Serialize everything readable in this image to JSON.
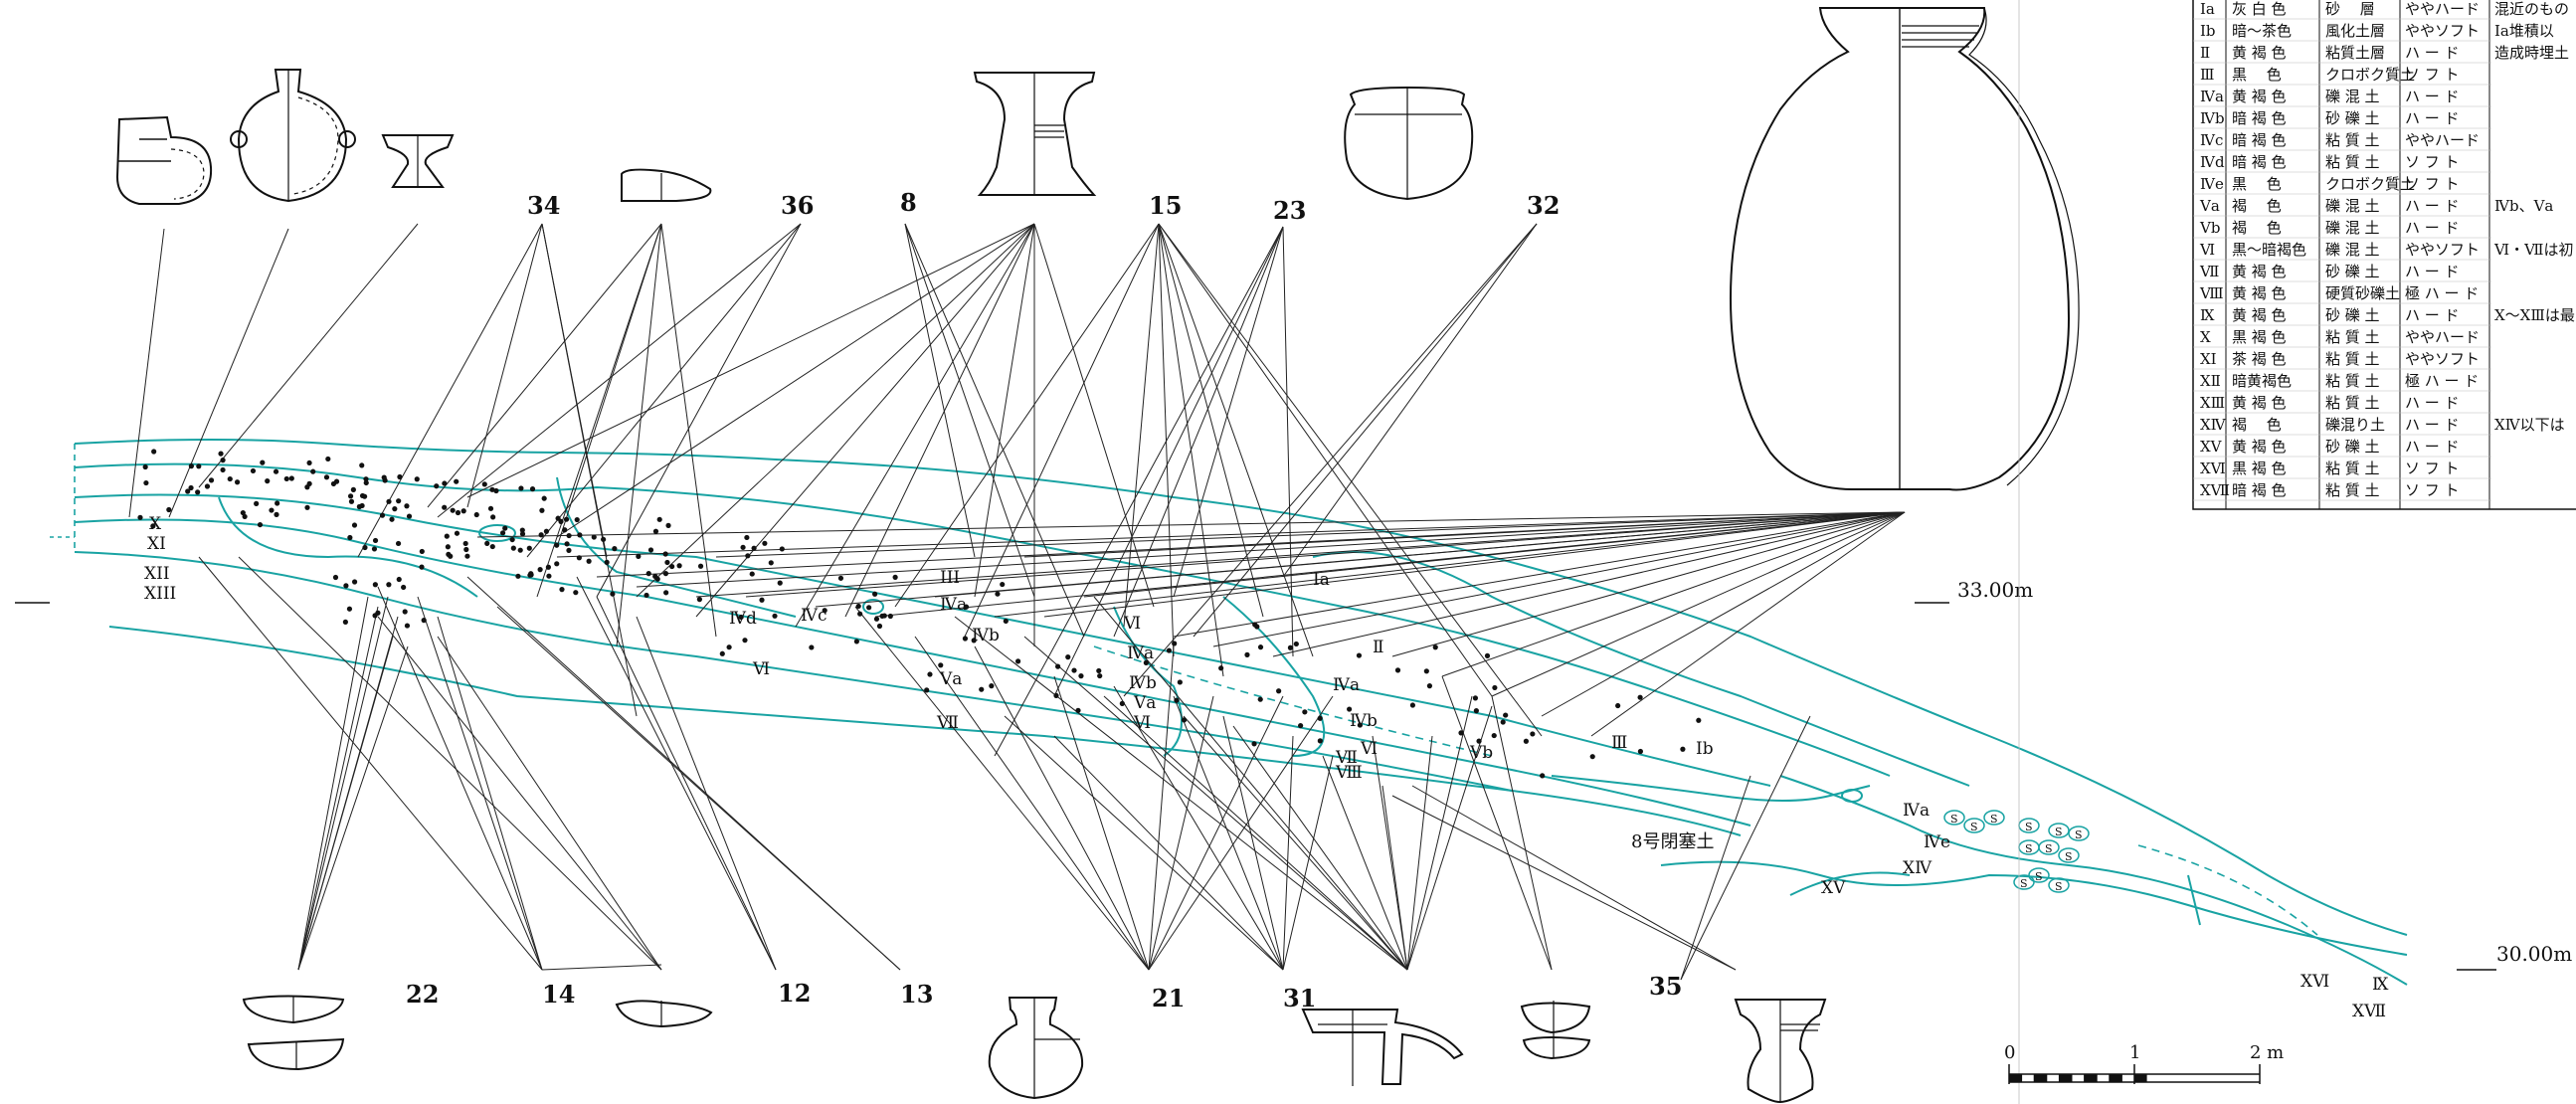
{
  "figure_numbers": [
    "34",
    "36",
    "8",
    "15",
    "23",
    "32",
    "22",
    "14",
    "12",
    "13",
    "21",
    "31",
    "35"
  ],
  "layer_labels": {
    "left_x": "X",
    "left_xi": "XI",
    "left_xii": "XII",
    "left_xiii": "XIII",
    "iii": "III",
    "iva_a": "Ⅳa",
    "ivd": "Ⅳd",
    "ivc": "Ⅳc",
    "ivb": "Ⅳb",
    "vi_a": "Ⅵ",
    "va_a": "Ⅴa",
    "vii": "Ⅶ",
    "ia": "Ⅰa",
    "ii": "Ⅱ",
    "vi_b": "Ⅵ",
    "iva_b": "Ⅳa",
    "ivb_b": "Ⅳb",
    "va_b": "Ⅴa",
    "vi_c": "Ⅵ",
    "iva_c": "Ⅳa",
    "ivb_c": "Ⅳb",
    "vi_d": "Ⅵ",
    "vb": "Ⅴb",
    "vii_b": "Ⅶ",
    "viii": "Ⅷ",
    "iii_b": "Ⅲ",
    "ib": "Ⅰb",
    "iva_d": "Ⅳa",
    "ive": "Ⅳe",
    "xiv": "XⅣ",
    "xv": "XⅤ",
    "xvi": "XⅥ",
    "ix": "Ⅸ",
    "xvii": "XⅦ"
  },
  "blockage_label": "8号閉塞土",
  "elevation_upper": "33.00m",
  "elevation_lower": "30.00m",
  "scale": {
    "zero": "0",
    "one": "1",
    "two": "2 m"
  },
  "legend_table": {
    "rows": [
      [
        "Ⅰa",
        "灰 白 色",
        "砂　 層",
        "ややハード"
      ],
      [
        "Ⅰb",
        "暗～茶色",
        "風化土層",
        "ややソフト"
      ],
      [
        "Ⅱ",
        "黄 褐 色",
        "粘質土層",
        "ハ ー ド"
      ],
      [
        "Ⅲ",
        "黒　 色",
        "クロボク質土",
        "ソ フ ト"
      ],
      [
        "Ⅳa",
        "黄 褐 色",
        "礫 混 土",
        "ハ ー ド"
      ],
      [
        "Ⅳb",
        "暗 褐 色",
        "砂 礫 土",
        "ハ ー ド"
      ],
      [
        "Ⅳc",
        "暗 褐 色",
        "粘 質 土",
        "ややハード"
      ],
      [
        "Ⅳd",
        "暗 褐 色",
        "粘 質 土",
        "ソ フ ト"
      ],
      [
        "Ⅳe",
        "黒　 色",
        "クロボク質土",
        "ソ フ ト"
      ],
      [
        "Ⅴa",
        "褐　 色",
        "礫 混 土",
        "ハ ー ド"
      ],
      [
        "Ⅴb",
        "褐　 色",
        "礫 混 土",
        "ハ ー ド"
      ],
      [
        "Ⅵ",
        "黒～暗褐色",
        "礫 混 土",
        "ややソフト"
      ],
      [
        "Ⅶ",
        "黄 褐 色",
        "砂 礫 土",
        "ハ ー ド"
      ],
      [
        "Ⅷ",
        "黄 褐 色",
        "硬質砂礫土",
        "極 ハ ー ド"
      ],
      [
        "Ⅸ",
        "黄 褐 色",
        "砂 礫 土",
        "ハ ー ド"
      ],
      [
        "Ⅹ",
        "黒 褐 色",
        "粘 質 土",
        "ややハード"
      ],
      [
        "ⅩⅠ",
        "茶 褐 色",
        "粘 質 土",
        "ややソフト"
      ],
      [
        "ⅩⅡ",
        "暗黄褐色",
        "粘 質 土",
        "極 ハ ー ド"
      ],
      [
        "ⅩⅢ",
        "黄 褐 色",
        "粘 質 土",
        "ハ ー ド"
      ],
      [
        "ⅩⅣ",
        "褐　 色",
        "礫混り土",
        "ハ ー ド"
      ],
      [
        "ⅩⅤ",
        "黄 褐 色",
        "砂 礫 土",
        "ハ ー ド"
      ],
      [
        "ⅩⅥ",
        "黒 褐 色",
        "粘 質 土",
        "ソ フ ト"
      ],
      [
        "ⅩⅦ",
        "暗 褐 色",
        "粘 質 土",
        "ソ フ ト"
      ]
    ],
    "notes": [
      "混近のもの",
      "Ⅰa堆積以",
      "造成時埋土",
      "Ⅳb、Ⅴa",
      "Ⅵ・Ⅶは初",
      "Ⅹ～ⅩⅢは最",
      "ⅩⅣ以下は"
    ]
  }
}
